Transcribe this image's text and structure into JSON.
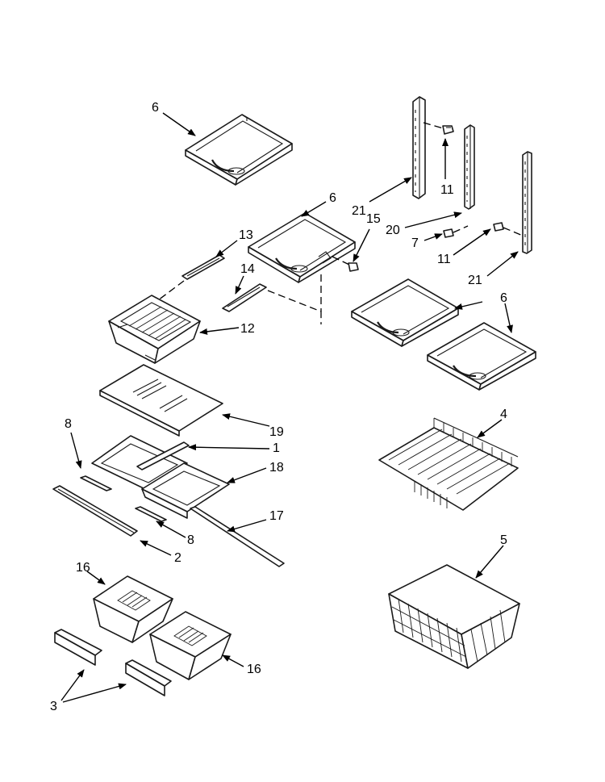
{
  "callouts": {
    "c_6a": "6",
    "c_6b": "6",
    "c_6c": "6",
    "c_21a": "21",
    "c_11a": "11",
    "c_15": "15",
    "c_20": "20",
    "c_7": "7",
    "c_11b": "11",
    "c_21b": "21",
    "c_13": "13",
    "c_14": "14",
    "c_12": "12",
    "c_19": "19",
    "c_8a": "8",
    "c_1": "1",
    "c_18": "18",
    "c_17": "17",
    "c_8b": "8",
    "c_2": "2",
    "c_4": "4",
    "c_5": "5",
    "c_16a": "16",
    "c_16b": "16",
    "c_3": "3"
  }
}
